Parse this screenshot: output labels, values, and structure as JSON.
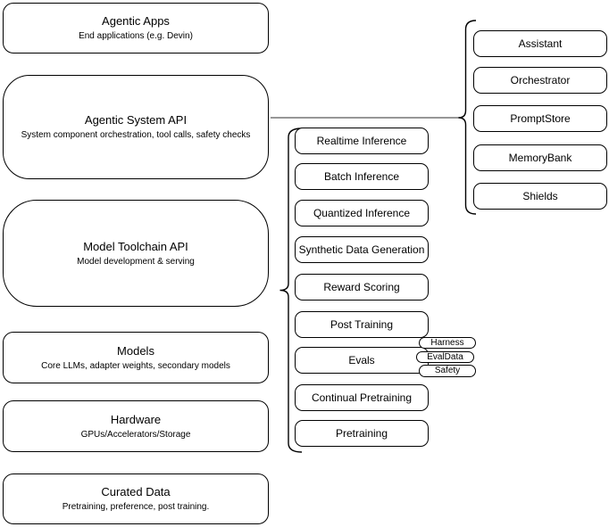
{
  "diagram": {
    "left_stack": [
      {
        "title": "Agentic Apps",
        "subtitle": "End applications (e.g. Devin)"
      },
      {
        "title": "Agentic System API",
        "subtitle": "System component orchestration, tool calls, safety checks"
      },
      {
        "title": "Model Toolchain API",
        "subtitle": "Model development & serving"
      },
      {
        "title": "Models",
        "subtitle": "Core LLMs, adapter weights, secondary models"
      },
      {
        "title": "Hardware",
        "subtitle": "GPUs/Accelerators/Storage"
      },
      {
        "title": "Curated Data",
        "subtitle": "Pretraining, preference, post training."
      }
    ],
    "toolchain_components": [
      "Realtime Inference",
      "Batch Inference",
      "Quantized Inference",
      "Synthetic Data Generation",
      "Reward Scoring",
      "Post Training",
      "Evals",
      "Continual Pretraining",
      "Pretraining"
    ],
    "evals_tags": [
      "Harness",
      "EvalData",
      "Safety"
    ],
    "system_components": [
      "Assistant",
      "Orchestrator",
      "PromptStore",
      "MemoryBank",
      "Shields"
    ],
    "colors": {
      "box_border": "#000000",
      "box_fill": "#ffffff",
      "connector_line": "#757575",
      "bracket": "#000000",
      "text": "#000000"
    }
  }
}
